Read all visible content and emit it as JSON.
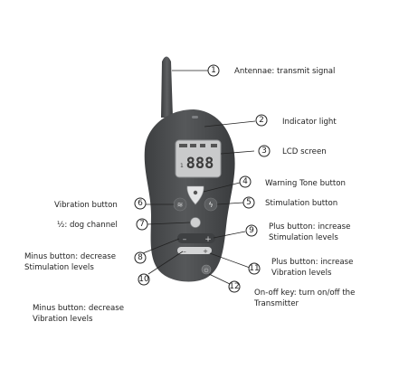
{
  "callouts": [
    {
      "num": "1",
      "label": "Antennae: transmit signal"
    },
    {
      "num": "2",
      "label": "Indicator light"
    },
    {
      "num": "3",
      "label": "LCD screen"
    },
    {
      "num": "4",
      "label": "Warning Tone button"
    },
    {
      "num": "5",
      "label": "Stimulation button"
    },
    {
      "num": "6",
      "label": "Vibration button"
    },
    {
      "num": "7",
      "label": "½: dog channel"
    },
    {
      "num": "8",
      "label": "Minus button: decrease",
      "label2": "Stimulation levels"
    },
    {
      "num": "9",
      "label": "Plus button: increase",
      "label2": "Stimulation levels"
    },
    {
      "num": "10",
      "label": "Minus button: decrease",
      "label2": "Vibration levels"
    },
    {
      "num": "11",
      "label": "Plus button: increase",
      "label2": "Vibration levels"
    },
    {
      "num": "12",
      "label": "On-off key: turn on/off the",
      "label2": "Transmitter"
    }
  ],
  "lcd": {
    "digits": "888"
  },
  "colors": {
    "body": "#4a4c4e",
    "screen": "#c9cacb",
    "button": "#d9dadb"
  }
}
